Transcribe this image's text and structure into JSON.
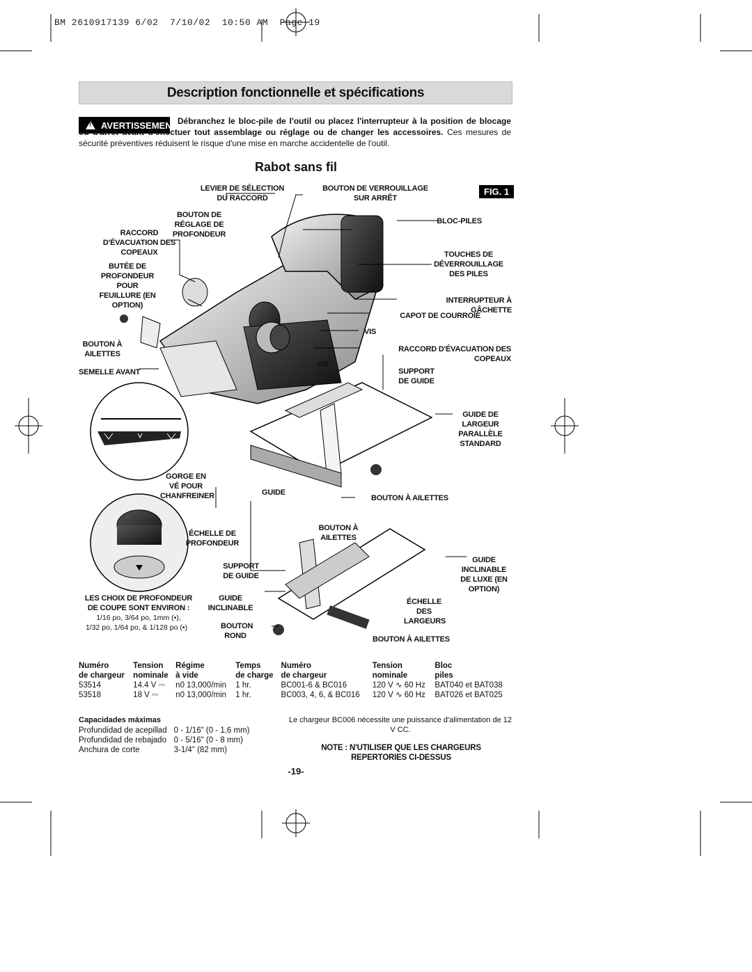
{
  "header": {
    "slug": "BM 2610917139 6/02  7/10/02  10:50 AM  Page 19"
  },
  "title": "Description fonctionnelle et spécifications",
  "warning": {
    "label": "AVERTISSEMENT",
    "bold_text": "Débranchez le bloc-pile de l'outil ou placez l'interrupteur à la position de blocage ou d'arrêt avant d'effectuer tout assemblage ou réglage ou de changer les accessoires.",
    "text": "Ces mesures de sécurité préventives réduisent le risque d'une mise en marche accidentelle de l'outil."
  },
  "subtitle": "Rabot sans fil",
  "fig_label": "FIG. 1",
  "callouts": {
    "levier": "LEVIER DE SÉLECTION DU RACCORD",
    "verrouillage": "BOUTON DE VERROUILLAGE SUR ARRÊT",
    "bouton_reglage": "BOUTON DE RÉGLAGE DE PROFONDEUR",
    "bloc_piles": "BLOC-PILES",
    "raccord": "RACCORD D'ÉVACUATION DES COPEAUX",
    "touches": "TOUCHES DE DÉVERROUILLAGE DES PILES",
    "butee": "BUTÉE DE PROFONDEUR POUR FEUILLURE (EN OPTION)",
    "interrupteur": "INTERRUPTEUR À GÂCHETTE",
    "capot": "CAPOT DE COURROIE",
    "vis1": "VIS",
    "bouton_ailettes1": "BOUTON À AILETTES",
    "raccord2": "RACCORD D'ÉVACUATION DES COPEAUX",
    "vis2": "VIS",
    "semelle": "SEMELLE AVANT",
    "support1": "SUPPORT DE GUIDE",
    "guide_largeur": "GUIDE DE LARGEUR PARALLÈLE STANDARD",
    "gorge": "GORGE EN VÉ POUR CHANFREINER",
    "guide1": "GUIDE",
    "bouton_ailettes2": "BOUTON À AILETTES",
    "echelle_prof": "ÉCHELLE DE PROFONDEUR",
    "bouton_ailettes3": "BOUTON À AILETTES",
    "guide_inclinable": "GUIDE INCLINABLE DE LUXE (EN OPTION)",
    "support2": "SUPPORT DE GUIDE",
    "choix": "LES CHOIX DE PROFONDEUR DE COUPE SONT ENVIRON :",
    "choix1": "1/16 po, 3/64 po, 1mm (•),",
    "choix2": "1/32 po, 1/64 po, & 1/128 po (•)",
    "guide_incl2": "GUIDE INCLINABLE",
    "echelle_largeurs": "ÉCHELLE DES LARGEURS",
    "bouton_rond": "BOUTON ROND",
    "bouton_ailettes4": "BOUTON À AILETTES"
  },
  "spec_table": {
    "headers": [
      [
        "Numéro",
        "de chargeur"
      ],
      [
        "Tension",
        "nominale"
      ],
      [
        "Régime",
        "à vide"
      ],
      [
        "Temps",
        "de charge"
      ],
      [
        "Numéro",
        "de chargeur"
      ],
      [
        "Tension",
        "nominale"
      ],
      [
        "Bloc",
        "piles"
      ]
    ],
    "rows": [
      [
        "53514",
        "14.4 V ⎓",
        "n0 13,000/min",
        "1 hr.",
        "BC001-6 & BC016",
        "120 V ∿ 60 Hz",
        "BAT040 et BAT038"
      ],
      [
        "53518",
        "18 V ⎓",
        "n0 13,000/min",
        "1 hr.",
        "BC003, 4, 6, & BC016",
        "120 V ∿ 60 Hz",
        "BAT026 et BAT025"
      ]
    ]
  },
  "capacidades": {
    "title": "Capacidades máximas",
    "rows": [
      [
        "Profundidad de acepillad",
        "0 - 1/16\" (0 - 1,6 mm)"
      ],
      [
        "Profundidad de rebajado",
        "0 - 5/16\" (0 - 8 mm)"
      ],
      [
        "Anchura de corte",
        "3-1/4\" (82 mm)"
      ]
    ]
  },
  "charger_note": "Le chargeur BC006 nécessite une puissance d'alimentation de 12 V CC.",
  "note": "NOTE : N'UTILISER QUE LES CHARGEURS REPERTORIES CI-DESSUS",
  "page_number": "-19-"
}
